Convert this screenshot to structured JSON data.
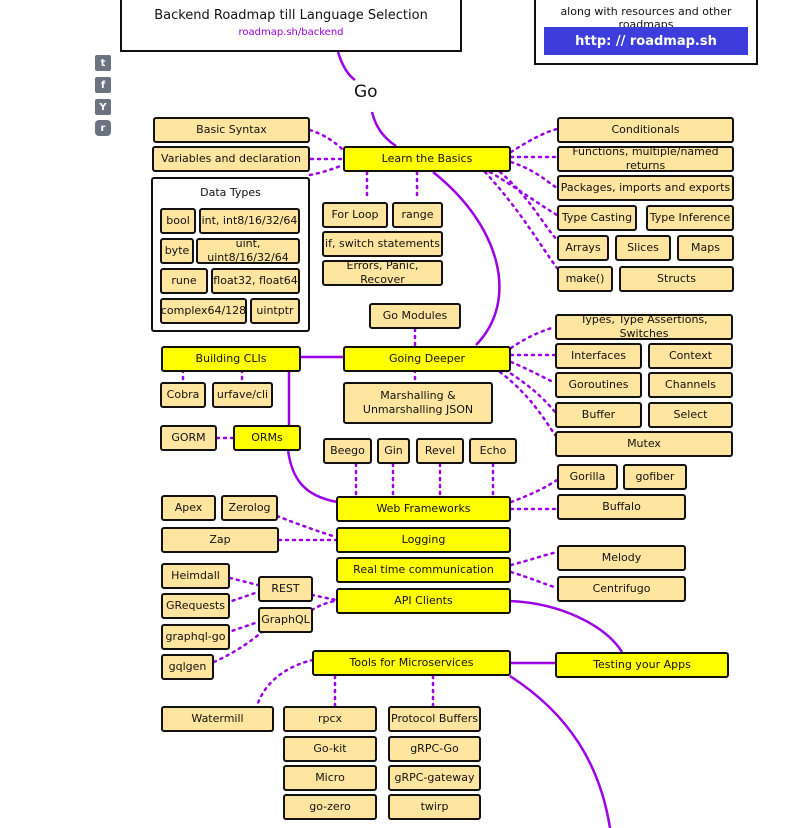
{
  "header": {
    "title": "Backend Roadmap till Language Selection",
    "link": "roadmap.sh/backend",
    "promo_text": "along with resources and other roadmaps",
    "promo_button": "http: // roadmap.sh"
  },
  "share_icons": [
    "twitter-icon",
    "facebook-icon",
    "hackernews-icon",
    "reddit-icon"
  ],
  "share_glyphs": {
    "twitter": "t",
    "facebook": "f",
    "hackernews": "Y",
    "reddit": "r"
  },
  "topic": "Go",
  "colors": {
    "main_node": "#ffff00",
    "sub_node": "#ffe5a0",
    "connector": "#9b00e6",
    "button": "#3d3ddc"
  },
  "basics": {
    "title": "Learn the Basics",
    "left": [
      "Basic Syntax",
      "Variables and declaration"
    ],
    "data_types": {
      "title": "Data Types",
      "items": [
        "bool",
        "int, int8/16/32/64",
        "byte",
        "uint, uint8/16/32/64",
        "rune",
        "float32, float64",
        "complex64/128",
        "uintptr"
      ]
    },
    "middle": [
      "For Loop",
      "range",
      "if, switch statements",
      "Errors, Panic, Recover"
    ],
    "right": [
      "Conditionals",
      "Functions, multiple/named returns",
      "Packages, imports and exports",
      "Type Casting",
      "Type Inference",
      "Arrays",
      "Slices",
      "Maps",
      "make()",
      "Structs"
    ]
  },
  "deeper": {
    "title": "Going Deeper",
    "modules": "Go Modules",
    "marshalling": "Marshalling & Unmarshalling JSON",
    "right": [
      "Types, Type Assertions, Switches",
      "Interfaces",
      "Context",
      "Goroutines",
      "Channels",
      "Buffer",
      "Select",
      "Mutex"
    ]
  },
  "clis": {
    "title": "Building CLIs",
    "items": [
      "Cobra",
      "urfave/cli"
    ]
  },
  "orms": {
    "title": "ORMs",
    "items": [
      "GORM"
    ]
  },
  "web": {
    "title": "Web Frameworks",
    "top": [
      "Beego",
      "Gin",
      "Revel",
      "Echo"
    ],
    "right": [
      "Gorilla",
      "gofiber",
      "Buffalo"
    ]
  },
  "logging": {
    "title": "Logging",
    "items": [
      "Apex",
      "Zerolog",
      "Zap"
    ]
  },
  "realtime": {
    "title": "Real time communication",
    "items": [
      "Melody",
      "Centrifugo"
    ]
  },
  "api": {
    "title": "API Clients",
    "rest": "REST",
    "graphql": "GraphQL",
    "rest_items": [
      "Heimdall",
      "GRequests"
    ],
    "graphql_items": [
      "graphql-go",
      "gqlgen"
    ]
  },
  "micro": {
    "title": "Tools for Microservices",
    "left": "Watermill",
    "col1": [
      "rpcx",
      "Go-kit",
      "Micro",
      "go-zero"
    ],
    "col2": [
      "Protocol Buffers",
      "gRPC-Go",
      "gRPC-gateway",
      "twirp"
    ]
  },
  "testing": {
    "title": "Testing your Apps"
  }
}
